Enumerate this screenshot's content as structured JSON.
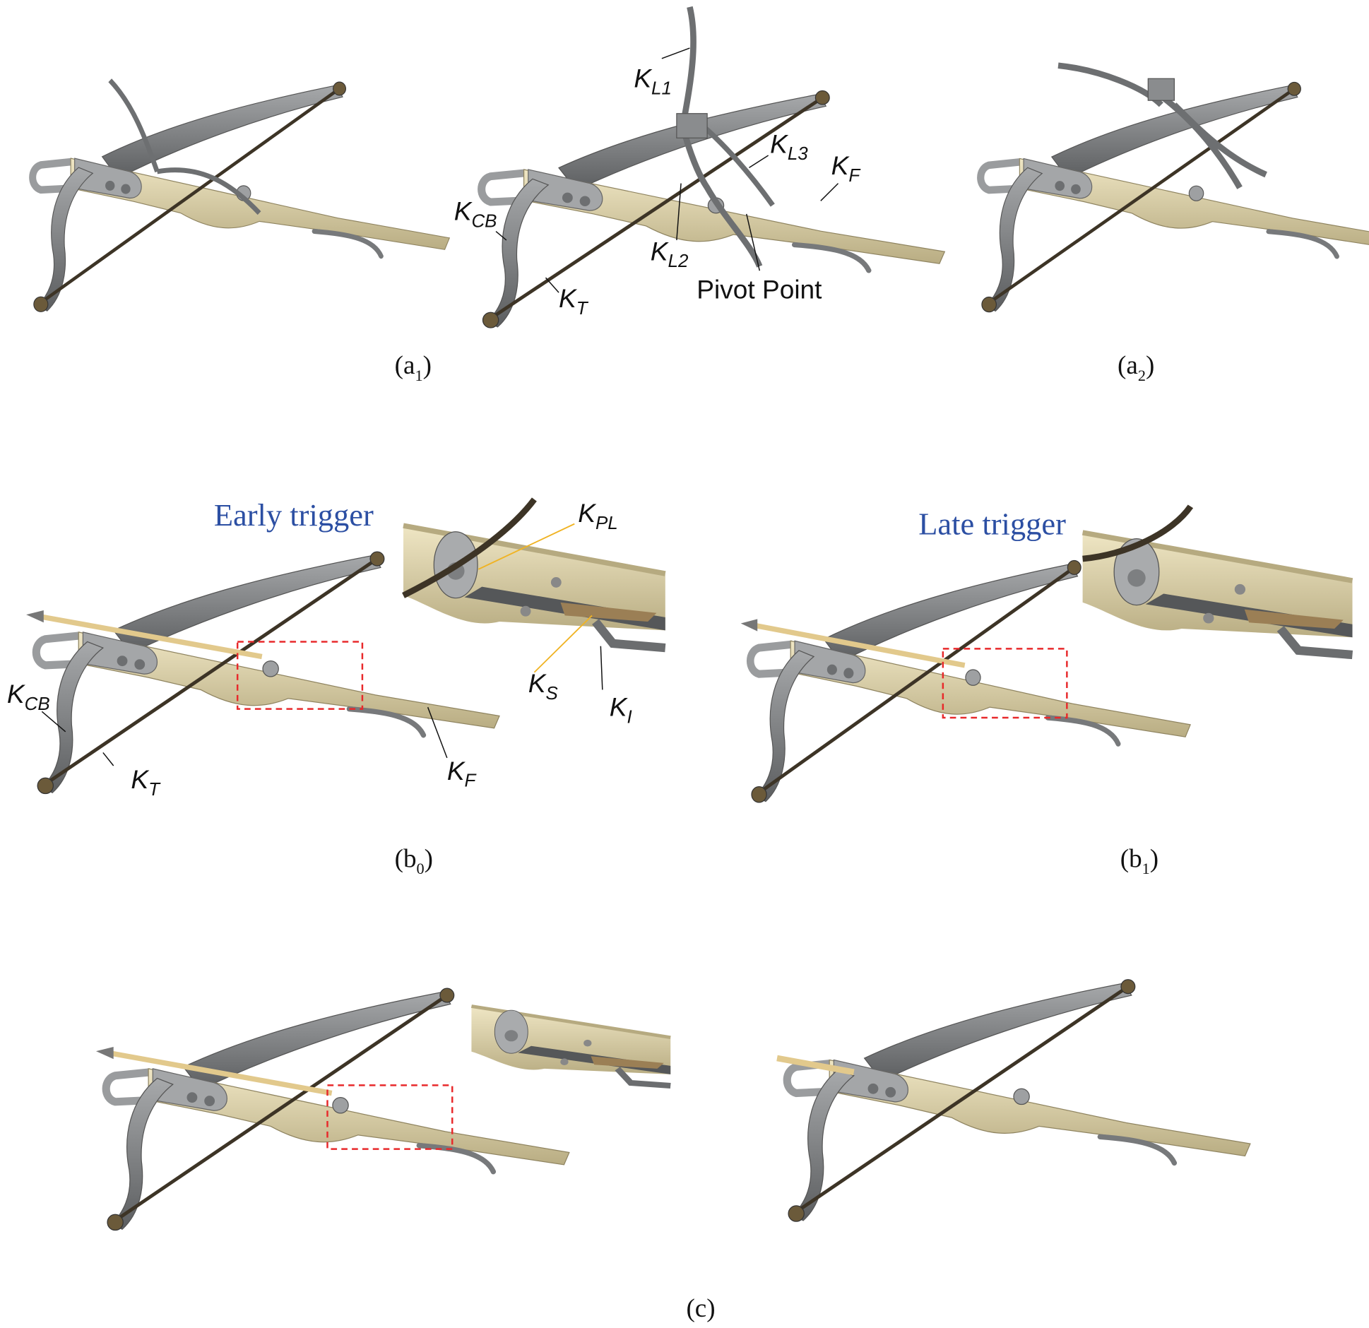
{
  "colors": {
    "stock": "#d8cda4",
    "metal": "#8a8c8e",
    "metal_dark": "#5f6163",
    "string": "#3d3426",
    "highlight_box": "#e8292b",
    "leader_yellow": "#f0b323",
    "trigger_text": "#2c4fa3"
  },
  "panel_a": {
    "labels": {
      "kl1": {
        "main": "K",
        "sub": "L1"
      },
      "kl2": {
        "main": "K",
        "sub": "L2"
      },
      "kl3": {
        "main": "K",
        "sub": "L3"
      },
      "kf": {
        "main": "K",
        "sub": "F"
      },
      "kcb": {
        "main": "K",
        "sub": "CB"
      },
      "kt": {
        "main": "K",
        "sub": "T"
      },
      "pivot": "Pivot Point"
    },
    "captions": [
      {
        "main": "(a",
        "sub": "1",
        "close": ")"
      },
      {
        "main": "(a",
        "sub": "2",
        "close": ")"
      }
    ]
  },
  "panel_b": {
    "early_trigger": "Early trigger",
    "late_trigger": "Late trigger",
    "labels": {
      "kpl": {
        "main": "K",
        "sub": "PL"
      },
      "ks": {
        "main": "K",
        "sub": "S"
      },
      "ki": {
        "main": "K",
        "sub": "I"
      },
      "kcb": {
        "main": "K",
        "sub": "CB"
      },
      "kt": {
        "main": "K",
        "sub": "T"
      },
      "kf": {
        "main": "K",
        "sub": "F"
      }
    },
    "captions": [
      {
        "main": "(b",
        "sub": "0",
        "close": ")"
      },
      {
        "main": "(b",
        "sub": "1",
        "close": ")"
      }
    ]
  },
  "panel_c": {
    "caption": "(c)"
  }
}
